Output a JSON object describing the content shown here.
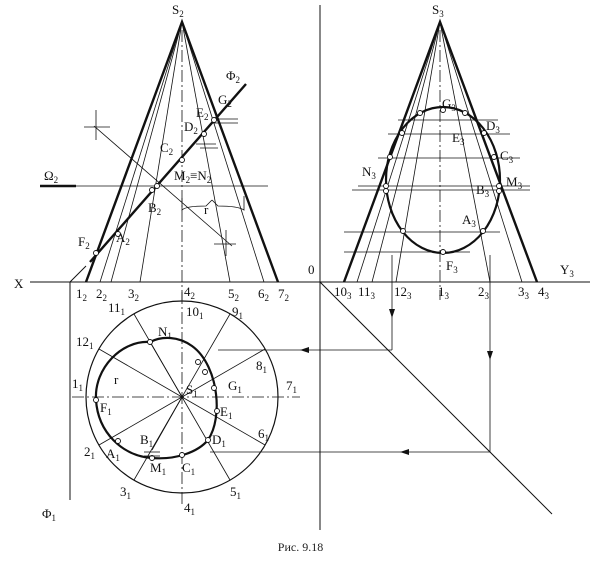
{
  "caption": "Рис. 9.18",
  "labels": {
    "S2": [
      "S",
      "2"
    ],
    "Phi2": [
      "Φ",
      "2"
    ],
    "G2": [
      "G",
      "2"
    ],
    "E2": [
      "E",
      "2"
    ],
    "D2": [
      "D",
      "2"
    ],
    "C2": [
      "C",
      "2"
    ],
    "Omega2": [
      "Ω",
      "2"
    ],
    "MN2": [
      "M",
      "2",
      "≡N",
      "2"
    ],
    "B2": [
      "B",
      "2"
    ],
    "r_front": "r",
    "F2": [
      "F",
      "2"
    ],
    "A2": [
      "A",
      "2"
    ],
    "X": "X",
    "O": "0",
    "n1_2": [
      "1",
      "2"
    ],
    "n2_2": [
      "2",
      "2"
    ],
    "n3_2": [
      "3",
      "2"
    ],
    "n4_2": [
      "4",
      "2"
    ],
    "n5_2": [
      "5",
      "2"
    ],
    "n6_2": [
      "6",
      "2"
    ],
    "n7_2": [
      "7",
      "2"
    ],
    "S3": [
      "S",
      "3"
    ],
    "G3": [
      "G",
      "3"
    ],
    "E3": [
      "E",
      "3"
    ],
    "D3": [
      "D",
      "3"
    ],
    "C3": [
      "C",
      "3"
    ],
    "N3": [
      "N",
      "3"
    ],
    "B3": [
      "B",
      "3"
    ],
    "M3": [
      "M",
      "3"
    ],
    "A3": [
      "A",
      "3"
    ],
    "F3": [
      "F",
      "3"
    ],
    "Y3": [
      "Y",
      "3"
    ],
    "n10_3": [
      "10",
      "3"
    ],
    "n11_3": [
      "11",
      "3"
    ],
    "n12_3": [
      "12",
      "3"
    ],
    "n1_3": [
      "1",
      "3"
    ],
    "n2_3": [
      "2",
      "3"
    ],
    "n3_3": [
      "3",
      "3"
    ],
    "n4_3": [
      "4",
      "3"
    ],
    "n11_1": [
      "11",
      "1"
    ],
    "n10_1": [
      "10",
      "1"
    ],
    "n9_1": [
      "9",
      "1"
    ],
    "n12_1": [
      "12",
      "1"
    ],
    "N1": [
      "N",
      "1"
    ],
    "n8_1": [
      "8",
      "1"
    ],
    "n1_1": [
      "1",
      "1"
    ],
    "r_top": "r",
    "S1": [
      "S",
      "1"
    ],
    "G1": [
      "G",
      "1"
    ],
    "n7_1": [
      "7",
      "1"
    ],
    "F1": [
      "F",
      "1"
    ],
    "E1": [
      "E",
      "1"
    ],
    "B1": [
      "B",
      "1"
    ],
    "D1": [
      "D",
      "1"
    ],
    "n6_1": [
      "6",
      "1"
    ],
    "n2_1": [
      "2",
      "1"
    ],
    "A1": [
      "A",
      "1"
    ],
    "M1": [
      "M",
      "1"
    ],
    "C1": [
      "C",
      "1"
    ],
    "n3_1": [
      "3",
      "1"
    ],
    "n5_1": [
      "5",
      "1"
    ],
    "n4_1": [
      "4",
      "1"
    ],
    "Phi1": [
      "Φ",
      "1"
    ]
  }
}
